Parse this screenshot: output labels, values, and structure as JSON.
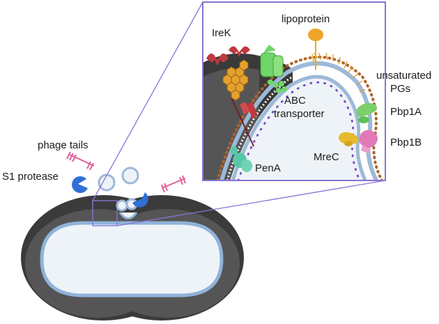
{
  "labels": {
    "phage_tails": "phage tails",
    "s1_protease": "S1 protease",
    "irek": "IreK",
    "lipoprotein": "lipoprotein",
    "unsaturated_line1": "unsaturated",
    "unsaturated_line2": "PGs",
    "abc_line1": "ABC",
    "abc_line2": "transporter",
    "pbp1a": "Pbp1A",
    "pbp1b": "Pbp1B",
    "mrec": "MreC",
    "pena": "PenA"
  },
  "colors": {
    "cell_wall": "#3b3b3b",
    "cell_wall_shadow": "#5a5a5a",
    "cytoplasm": "#eef3f8",
    "membrane_blue": "#8fb3d9",
    "inset_border": "#8a73d6",
    "protease_blue": "#2f6fd6",
    "phage_pink": "#e0609a",
    "irek_red": "#c0393f",
    "abc_green": "#6fd66a",
    "lipoprotein_orange": "#f0a42a",
    "hexagon_orange": "#e5a12e",
    "pbp1a_green": "#7ccf6a",
    "pbp1b_pink": "#e07ab8",
    "mrec_yellow": "#e6b92e",
    "pena_teal": "#58c7a8",
    "pg_purple": "#7a4fc9",
    "pg_brown": "#b0642a"
  }
}
